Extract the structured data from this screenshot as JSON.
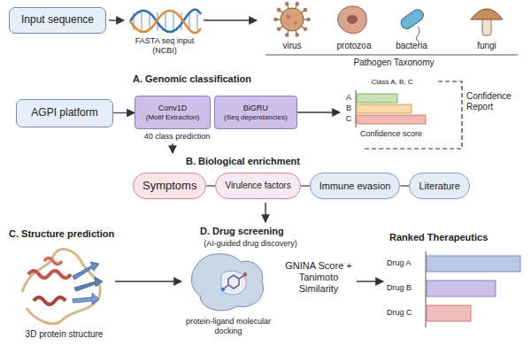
{
  "diagram": {
    "nodes": [
      {
        "text": [
          "Input sequence"
        ]
      },
      {
        "text": [
          "AGPI platform"
        ]
      },
      {
        "text": [
          "Conv1D",
          "(Motif Extraction)"
        ]
      },
      {
        "text": [
          "BiGRU",
          "(Seq dependancies)"
        ]
      },
      {
        "text": [
          "Symptoms"
        ]
      },
      {
        "text": [
          "Virulence factors"
        ]
      },
      {
        "text": [
          "Immune evasion"
        ]
      },
      {
        "text": [
          "Literature"
        ]
      }
    ],
    "edges": [
      {
        "from": 1,
        "to": 2,
        "arrow": "to"
      },
      {
        "from": 4,
        "to": 5,
        "arrow": "none"
      },
      {
        "from": 5,
        "to": 6,
        "arrow": "none"
      },
      {
        "from": 6,
        "to": 7,
        "arrow": "none"
      }
    ],
    "labels": [
      "FASTA seq input (NCBI)",
      "virus",
      "protozoa",
      "bacteria",
      "fungi",
      "Pathogen Taxonomy",
      "A. Genomic classification",
      "40 class prediction",
      "Class A, B, C",
      "A",
      "B",
      "C",
      "Confidence score",
      "Confidence Report",
      "B. Biological enrichment",
      "C. Structure prediction",
      "D. Drug screening",
      "(AI-guided drug discovery)",
      "3D protein structure",
      "protein-ligand molecular docking",
      "GNINA Score + Tanimoto Similarity",
      "Ranked Therapeutics",
      "Drug A",
      "Drug B",
      "Drug C"
    ]
  }
}
